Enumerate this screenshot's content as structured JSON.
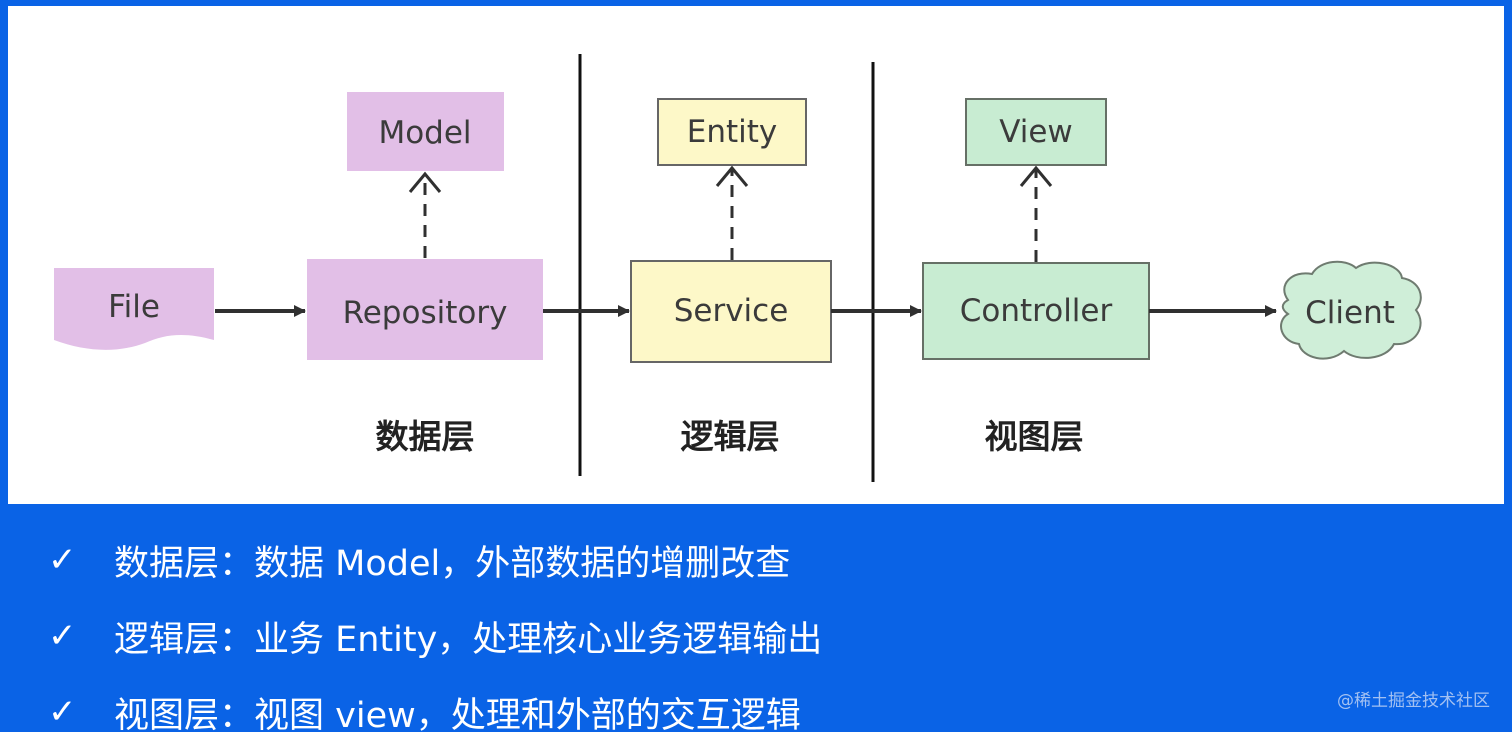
{
  "diagram": {
    "nodes": {
      "file": "File",
      "repository": "Repository",
      "model": "Model",
      "service": "Service",
      "entity": "Entity",
      "controller": "Controller",
      "view": "View",
      "client": "Client"
    },
    "layers": {
      "data": "数据层",
      "logic": "逻辑层",
      "view": "视图层"
    },
    "colors": {
      "data_fill": "#e2bfe7",
      "logic_fill": "#fdf8c8",
      "logic_stroke": "#666666",
      "view_fill": "#c8ecd2",
      "view_stroke": "#667066",
      "client_fill": "#cfeed8",
      "client_stroke": "#6f7b70",
      "arrow": "#303030",
      "divider": "#111111"
    }
  },
  "bullets": [
    {
      "icon": "check-icon",
      "text": "数据层：数据 Model，外部数据的增删改查"
    },
    {
      "icon": "check-icon",
      "text": "逻辑层：业务 Entity，处理核心业务逻辑输出"
    },
    {
      "icon": "check-icon",
      "text": "视图层：视图 view，处理和外部的交互逻辑"
    }
  ],
  "watermark": "@稀土掘金技术社区"
}
